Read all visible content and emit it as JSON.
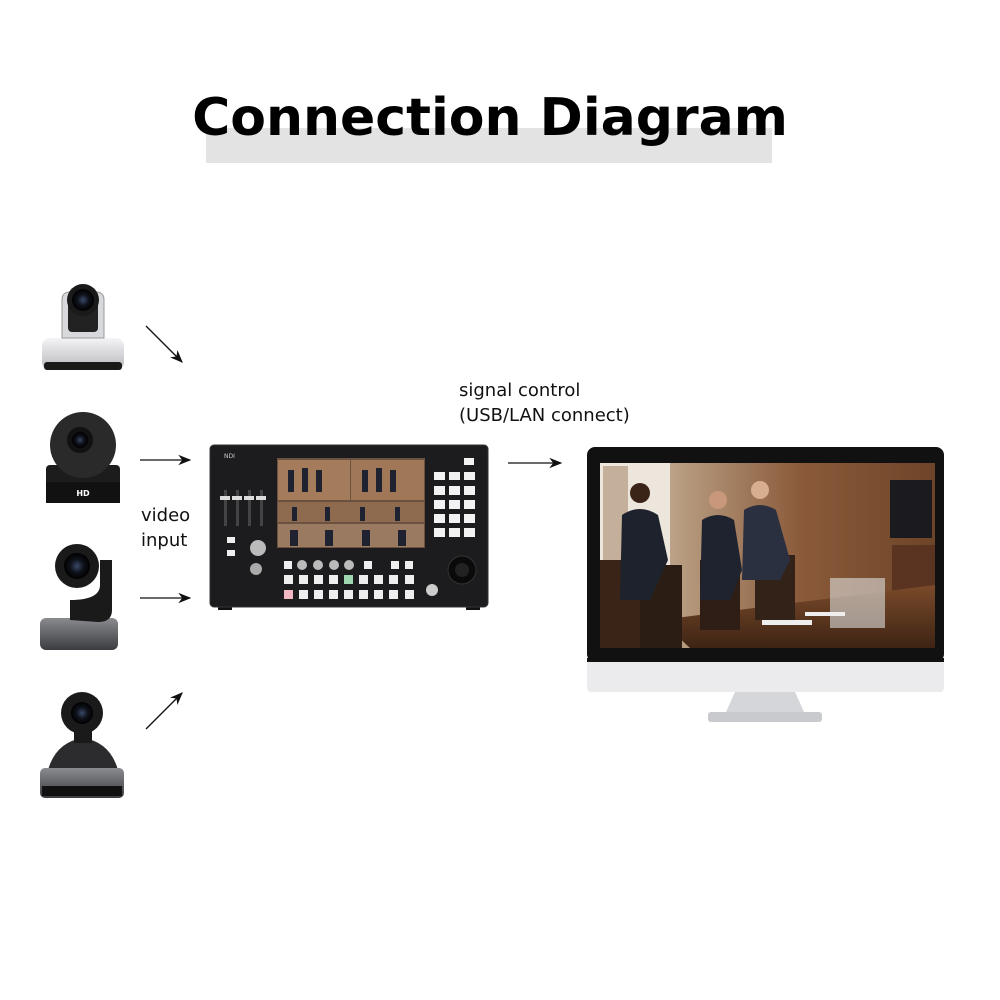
{
  "title": "Connection Diagram",
  "labels": {
    "video_input_line1": "video",
    "video_input_line2": "input",
    "signal_control_line1": "signal control",
    "signal_control_line2": "(USB/LAN connect)"
  },
  "devices": {
    "camera2_badge": "HD",
    "controller_brand": "NDI"
  },
  "colors": {
    "title_band": "#e3e3e3",
    "arrow": "#111111",
    "controller_body": "#1c1c1e",
    "monitor_frame": "#111111",
    "monitor_chin": "#e9e9eb"
  }
}
